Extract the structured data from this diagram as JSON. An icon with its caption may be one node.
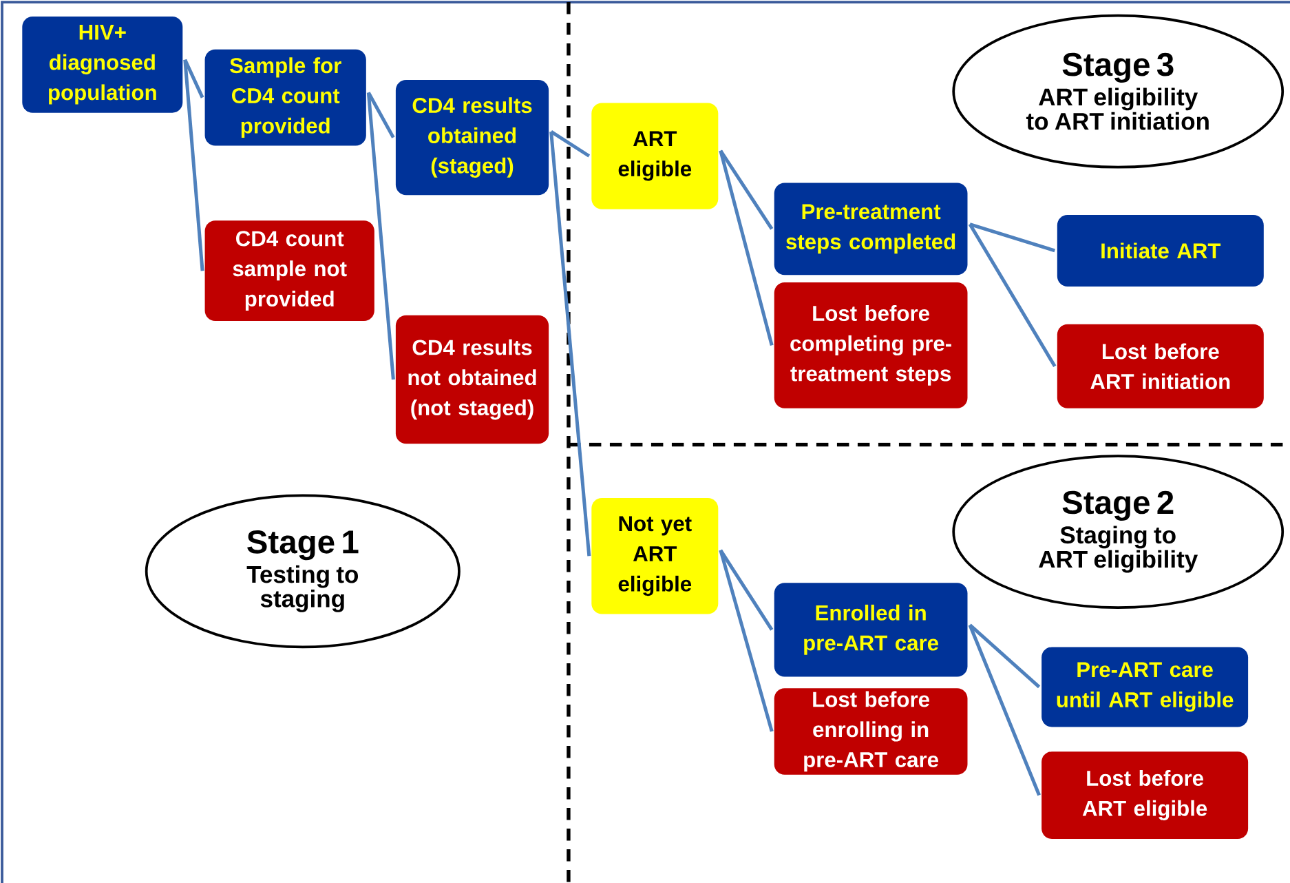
{
  "diagram": {
    "nodes": [
      {
        "text": [
          "HIV+ diagnosed population"
        ]
      },
      {
        "text": [
          "Sample for CD4 count provided"
        ]
      },
      {
        "text": [
          "CD4 count sample not provided"
        ]
      },
      {
        "text": [
          "CD4 results obtained (staged)"
        ]
      },
      {
        "text": [
          "CD4 results not obtained (not staged)"
        ]
      },
      {
        "text": [
          "Stage 3",
          "ART eligibility to ART initiation"
        ]
      },
      {
        "text": [
          "ART eligible"
        ]
      },
      {
        "text": [
          "Pre-treatment steps completed"
        ]
      },
      {
        "text": [
          "Initiate ART"
        ]
      },
      {
        "text": [
          "Lost before completing pre-treatment steps"
        ]
      },
      {
        "text": [
          "Lost before ART initiation"
        ]
      },
      {
        "text": [
          "Stage 2",
          "Staging to ART eligibility"
        ]
      },
      {
        "text": [
          "Stage 1",
          "Testing to staging"
        ]
      },
      {
        "text": [
          "Not yet ART eligible"
        ]
      },
      {
        "text": [
          "Enrolled in pre-ART  care"
        ]
      },
      {
        "text": [
          "Pre-ART care until ART eligible"
        ]
      },
      {
        "text": [
          "Lost before enrolling in pre-ART care"
        ]
      },
      {
        "text": [
          "Lost before ART eligible"
        ]
      }
    ],
    "edges": [
      {
        "from": 0,
        "to": 1,
        "arrow": "none"
      },
      {
        "from": 0,
        "to": 2,
        "arrow": "none"
      },
      {
        "from": 1,
        "to": 3,
        "arrow": "none"
      },
      {
        "from": 1,
        "to": 4,
        "arrow": "none"
      },
      {
        "from": 3,
        "to": 6,
        "arrow": "none"
      },
      {
        "from": 3,
        "to": 13,
        "arrow": "none"
      },
      {
        "from": 6,
        "to": 7,
        "arrow": "none"
      },
      {
        "from": 6,
        "to": 9,
        "arrow": "none"
      },
      {
        "from": 7,
        "to": 8,
        "arrow": "none"
      },
      {
        "from": 7,
        "to": 10,
        "arrow": "none"
      },
      {
        "from": 13,
        "to": 14,
        "arrow": "none"
      },
      {
        "from": 13,
        "to": 16,
        "arrow": "none"
      },
      {
        "from": 14,
        "to": 15,
        "arrow": "none"
      },
      {
        "from": 14,
        "to": 17,
        "arrow": "none"
      }
    ]
  }
}
